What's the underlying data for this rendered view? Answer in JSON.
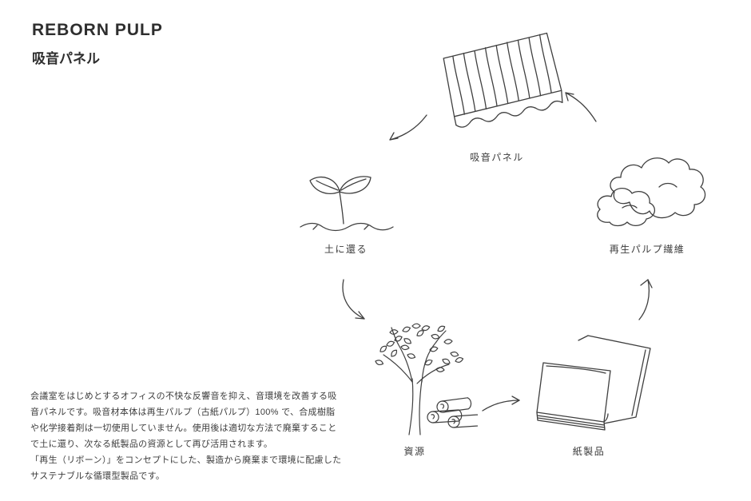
{
  "header": {
    "title_en": "REBORN PULP",
    "title_ja": "吸音パネル"
  },
  "diagram": {
    "labels": {
      "panel": "吸音パネル",
      "fiber": "再生パルプ繊維",
      "soil": "土に還る",
      "resource": "資源",
      "paper": "紙製品"
    },
    "cycle_order": [
      "吸音パネル",
      "土に還る",
      "資源",
      "紙製品",
      "再生パルプ繊維"
    ]
  },
  "description": {
    "lines": [
      "会議室をはじめとするオフィスの不快な反響音を抑え、音環境を改善する吸",
      "音パネルです。吸音材本体は再生パルプ（古紙パルプ）100% で、合成樹脂",
      "や化学接着剤は一切使用していません。使用後は適切な方法で廃棄すること",
      "で土に還り、次なる紙製品の資源として再び活用されます。",
      "「再生（リボーン）」をコンセプトにした、製造から廃棄まで環境に配慮した",
      "サステナブルな循環型製品です。"
    ]
  },
  "colors": {
    "ink": "#3f3f3f",
    "background": "#ffffff"
  }
}
